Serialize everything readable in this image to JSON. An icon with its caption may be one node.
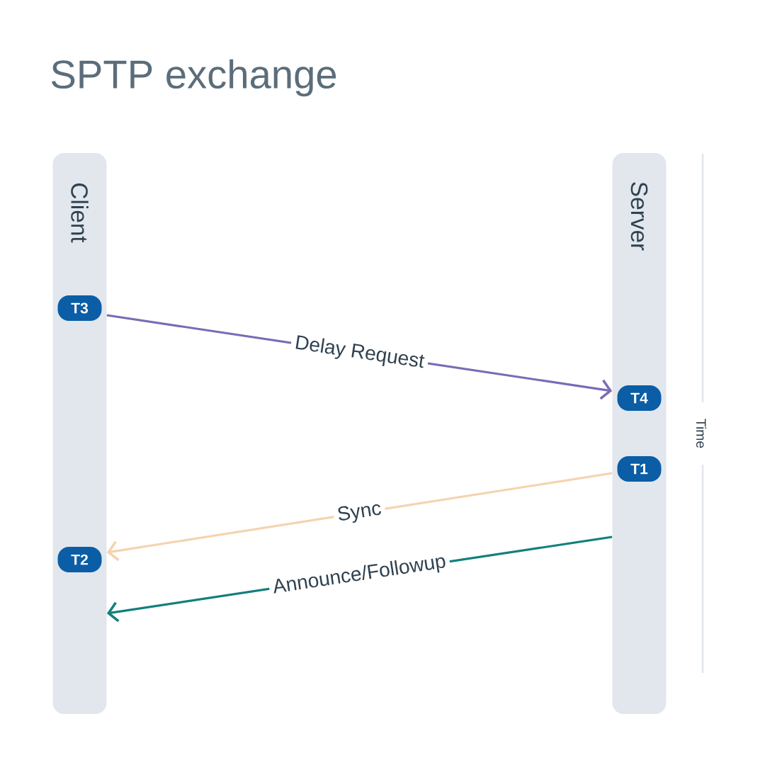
{
  "diagram": {
    "title": "SPTP exchange",
    "nodes": [
      {
        "text": [
          "Client"
        ]
      },
      {
        "text": [
          "Server"
        ]
      },
      {
        "text": [
          "T3"
        ],
        "in": 0
      },
      {
        "text": [
          "T2"
        ],
        "in": 0
      },
      {
        "text": [
          "T4"
        ],
        "in": 1
      },
      {
        "text": [
          "T1"
        ],
        "in": 1
      }
    ],
    "edges": [
      {
        "from": 0,
        "to": 1,
        "arrow": "to",
        "label": "Delay Request",
        "color": "#7b6bb5"
      },
      {
        "from": 1,
        "to": 0,
        "arrow": "to",
        "label": "Sync",
        "color": "#f5d3ae"
      },
      {
        "from": 1,
        "to": 0,
        "arrow": "to",
        "label": "Announce/Followup",
        "color": "#12807c"
      }
    ],
    "labels": [
      "Time"
    ]
  }
}
